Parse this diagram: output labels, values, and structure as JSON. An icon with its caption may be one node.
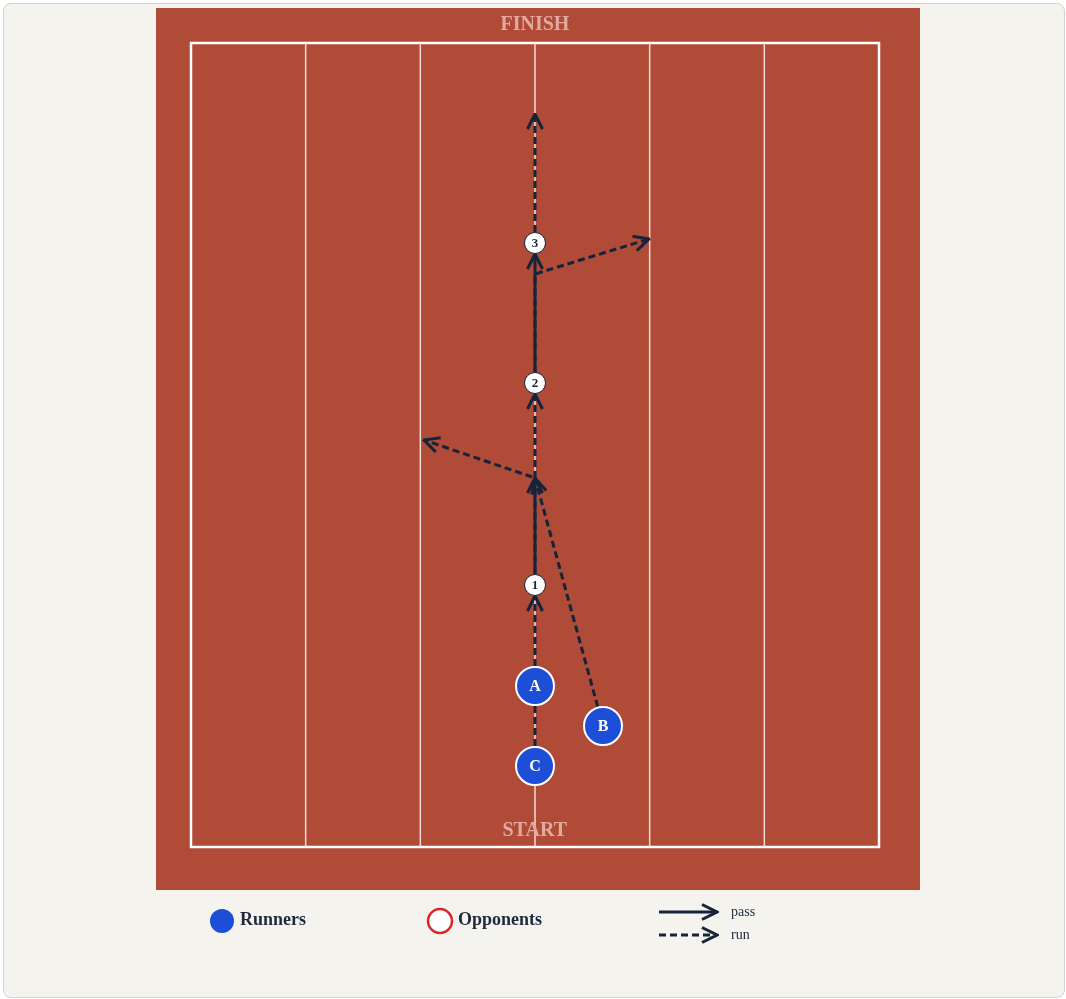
{
  "diagram": {
    "nodes": [
      {
        "text": [
          "3"
        ]
      },
      {
        "text": [
          "2"
        ]
      },
      {
        "text": [
          "1"
        ]
      },
      {
        "text": [
          "A"
        ]
      },
      {
        "text": [
          "B"
        ]
      },
      {
        "text": [
          "C"
        ]
      }
    ],
    "edges": [
      {
        "from": 5,
        "to": 3,
        "arrow": "none",
        "style": "dashed"
      },
      {
        "from": 3,
        "to": 2,
        "arrow": "to",
        "style": "dashed"
      },
      {
        "from": 2,
        "to": null,
        "arrow": "to"
      },
      {
        "from": 4,
        "to": null,
        "arrow": "to",
        "style": "dashed"
      },
      {
        "from": null,
        "to": 1,
        "arrow": "to",
        "style": "dashed"
      },
      {
        "from": 2,
        "to": null,
        "arrow": "to",
        "style": "dashed"
      },
      {
        "from": 1,
        "to": 0,
        "arrow": "to"
      },
      {
        "from": 0,
        "to": null,
        "arrow": "to",
        "style": "dashed"
      },
      {
        "from": 1,
        "to": null,
        "arrow": "to",
        "style": "dashed"
      }
    ],
    "labels": [
      "FINISH",
      "START"
    ],
    "legend": [
      {
        "text": "Runners",
        "color": "#1d4ed8"
      },
      {
        "text": "Opponents"
      },
      {
        "text": "pass"
      },
      {
        "text": "run"
      }
    ]
  }
}
